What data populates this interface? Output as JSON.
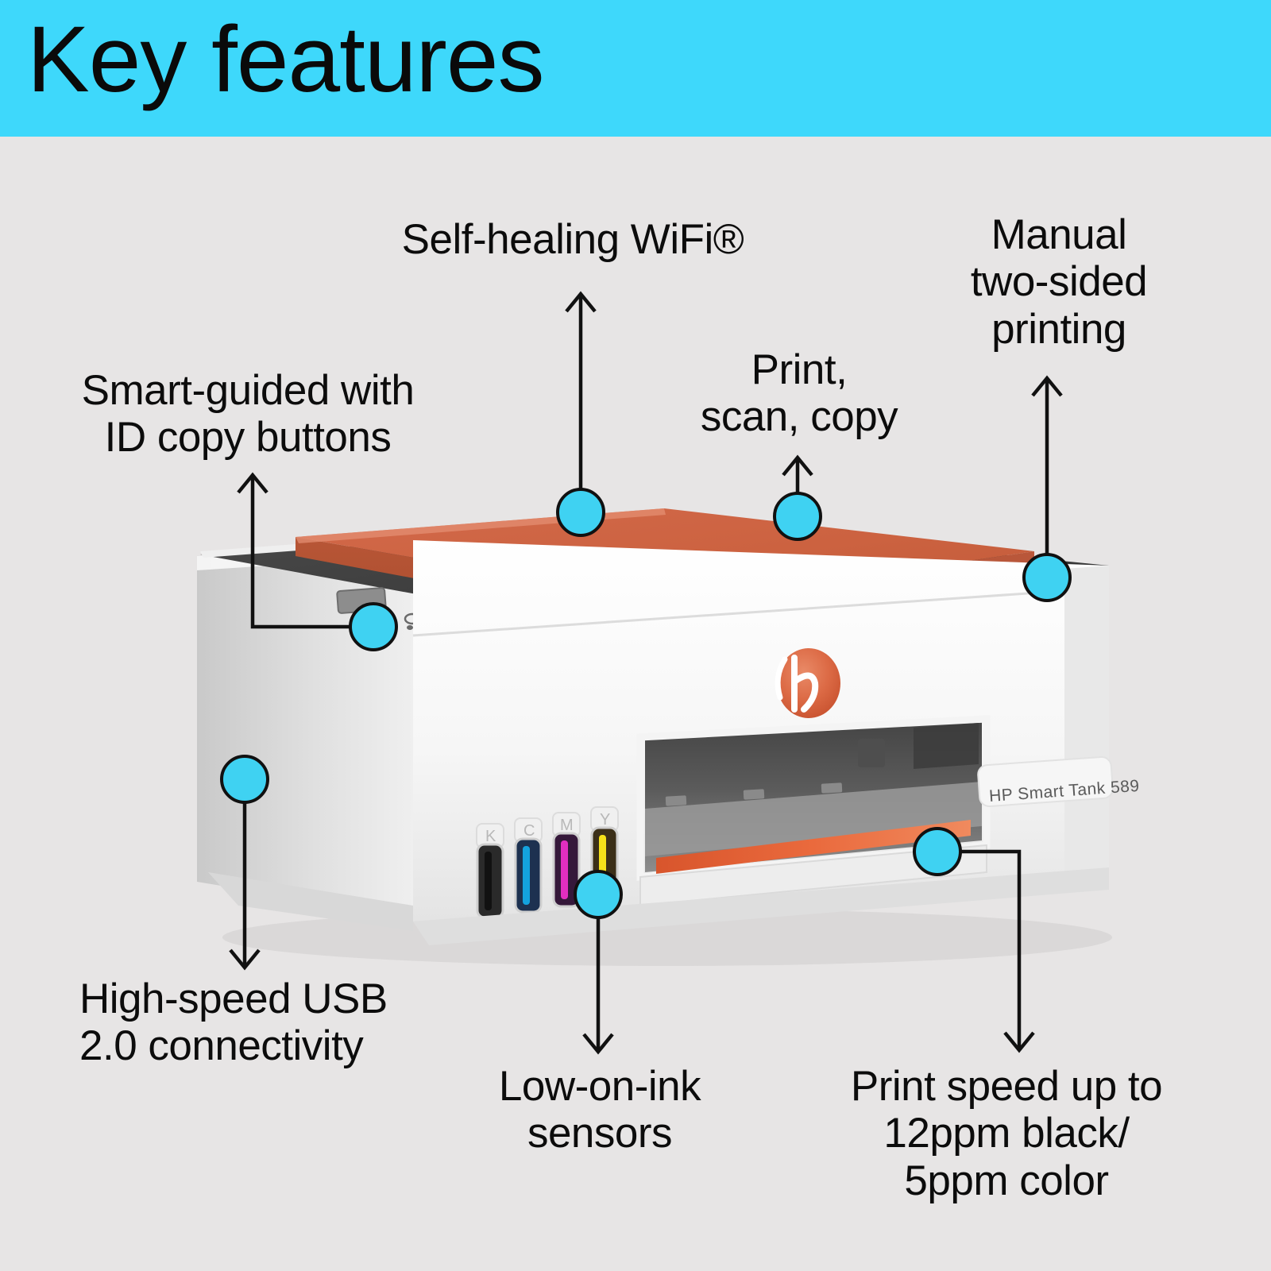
{
  "header": {
    "title": "Key features",
    "band_color": "#3ed8fb",
    "text_color": "#0a0a0a"
  },
  "page": {
    "background_color": "#e7e5e5",
    "callout_dot_color": "#3fd2f2",
    "leader_line_color": "#111111"
  },
  "product": {
    "brand": "hp",
    "model_badge": "HP Smart Tank  589",
    "body_color": "#f2f2f2",
    "lid_color": "#cc6240",
    "top_panel_color": "#3b3b3b",
    "accent_bar_color": "#e2653c",
    "logo_color": "#d95f3c"
  },
  "ink_tanks": [
    {
      "code": "K",
      "name": "black-ink-tank",
      "color": "#1a1a1a"
    },
    {
      "code": "C",
      "name": "cyan-ink-tank",
      "color": "#14a2de"
    },
    {
      "code": "M",
      "name": "magenta-ink-tank",
      "color": "#e22ec0"
    },
    {
      "code": "Y",
      "name": "yellow-ink-tank",
      "color": "#f5e11a"
    }
  ],
  "callouts": [
    {
      "id": "smart-guided",
      "name": "callout-smart-guided-id-copy-buttons",
      "lines": [
        "Smart-guided with",
        "ID copy buttons"
      ],
      "text": "Smart-guided with\nID copy buttons",
      "align": "center"
    },
    {
      "id": "self-healing-wifi",
      "name": "callout-self-healing-wifi",
      "lines": [
        "Self-healing WiFi®"
      ],
      "text": "Self-healing WiFi®",
      "align": "center"
    },
    {
      "id": "print-scan-copy",
      "name": "callout-print-scan-copy",
      "lines": [
        "Print,",
        "scan, copy"
      ],
      "text": "Print,\nscan, copy",
      "align": "center"
    },
    {
      "id": "two-sided-printing",
      "name": "callout-manual-two-sided-printing",
      "lines": [
        "Manual",
        "two-sided",
        "printing"
      ],
      "text": "Manual\ntwo-sided\nprinting",
      "align": "center"
    },
    {
      "id": "usb-connectivity",
      "name": "callout-high-speed-usb",
      "lines": [
        "High-speed USB",
        "2.0 connectivity"
      ],
      "text": "High-speed USB\n2.0 connectivity",
      "align": "left"
    },
    {
      "id": "low-on-ink",
      "name": "callout-low-on-ink-sensors",
      "lines": [
        "Low-on-ink",
        "sensors"
      ],
      "text": "Low-on-ink\nsensors",
      "align": "center"
    },
    {
      "id": "print-speed",
      "name": "callout-print-speed",
      "lines": [
        "Print speed up to",
        "12ppm black/",
        "5ppm color"
      ],
      "text": "Print speed up to\n12ppm black/\n5ppm color",
      "align": "center"
    }
  ]
}
